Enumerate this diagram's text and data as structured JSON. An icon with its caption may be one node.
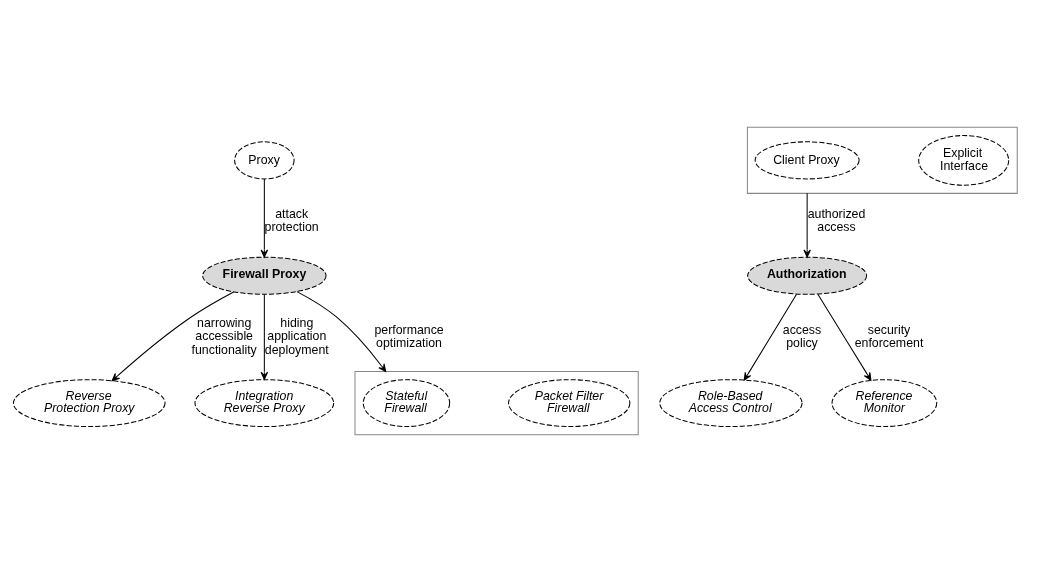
{
  "diagram": {
    "nodes": [
      {
        "text": [
          "Proxy"
        ]
      },
      {
        "text": [
          "Firewall Proxy"
        ]
      },
      {
        "text": [
          "Reverse Protection Proxy"
        ]
      },
      {
        "text": [
          "Integration Reverse Proxy"
        ]
      },
      {
        "text": [],
        "shape": "box"
      },
      {
        "text": [
          "Stateful Firewall"
        ],
        "in": 4
      },
      {
        "text": [
          "Packet Filter Firewall"
        ],
        "in": 4
      },
      {
        "text": [],
        "shape": "box"
      },
      {
        "text": [
          "Client Proxy"
        ],
        "in": 7
      },
      {
        "text": [
          "Explicit Interface"
        ],
        "in": 7
      },
      {
        "text": [
          "Authorization"
        ]
      },
      {
        "text": [
          "Role-Based Access Control"
        ]
      },
      {
        "text": [
          "Reference Monitor"
        ]
      }
    ],
    "edges": [
      {
        "from": 0,
        "to": 1,
        "arrow": "to",
        "label": "attack protection"
      },
      {
        "from": 1,
        "to": 2,
        "arrow": "to",
        "label": "narrowing accessible functionality"
      },
      {
        "from": 1,
        "to": 3,
        "arrow": "to",
        "label": "hiding application deployment"
      },
      {
        "from": 1,
        "to": 4,
        "arrow": "to",
        "label": "performance optimization"
      },
      {
        "from": 7,
        "to": 10,
        "arrow": "to",
        "label": "authorized access"
      },
      {
        "from": 10,
        "to": 11,
        "arrow": "to",
        "label": "access policy"
      },
      {
        "from": 10,
        "to": 12,
        "arrow": "to",
        "label": "security enforcement"
      }
    ]
  }
}
